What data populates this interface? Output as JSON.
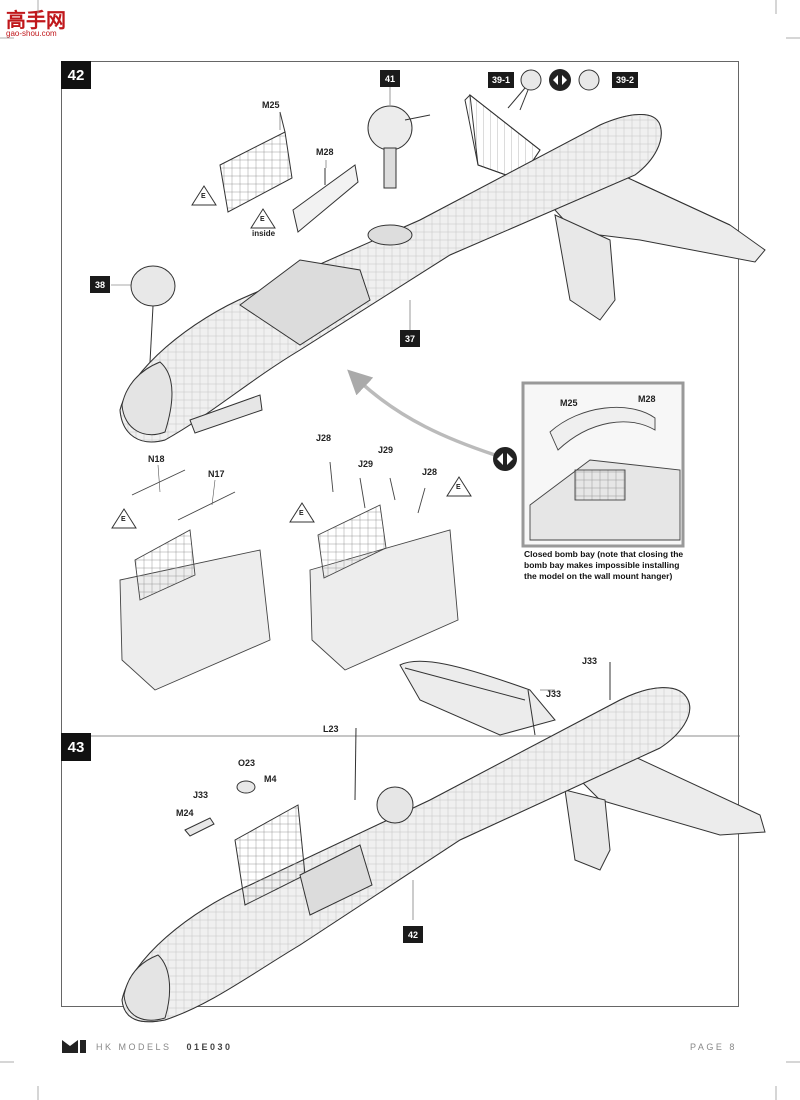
{
  "watermark": {
    "line1": "高手网",
    "line2": "gao-shou.com"
  },
  "steps": {
    "s42": "42",
    "s43": "43"
  },
  "tags": {
    "t41": "41",
    "t39_1": "39-1",
    "t39_2": "39-2",
    "t38": "38",
    "t37": "37",
    "t42": "42"
  },
  "labels": {
    "m25": "M25",
    "m28": "M28",
    "inside": "inside",
    "e": "E",
    "inset_m25": "M25",
    "inset_m28": "M28",
    "n18": "N18",
    "n17": "N17",
    "j28a": "J28",
    "j29a": "J29",
    "j29b": "J29",
    "j28b": "J28",
    "j33a": "J33",
    "j33b": "J33",
    "l23": "L23",
    "o23": "O23",
    "m4": "M4",
    "j33c": "J33",
    "m24": "M24"
  },
  "inset_note": [
    "Closed bomb bay (note that closing the",
    "bomb bay makes impossible installing",
    "the model on the wall mount hanger)"
  ],
  "footer": {
    "brand": "HK MODELS",
    "code": "01E030",
    "page": "PAGE 8"
  },
  "colors": {
    "watermark": "#c0171b",
    "inset_border": "#999999"
  }
}
